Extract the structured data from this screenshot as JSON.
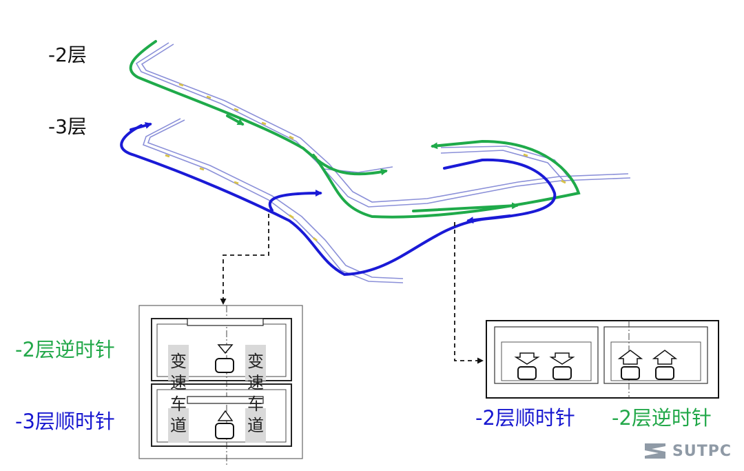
{
  "labels": {
    "level_b2": "-2层",
    "level_b3": "-3层"
  },
  "left_section": {
    "top_direction": "-2层逆时针",
    "bottom_direction": "-3层顺时针",
    "lane_text": [
      "变",
      "速",
      "车",
      "道"
    ]
  },
  "right_section": {
    "left_direction": "-2层顺时针",
    "right_direction": "-2层逆时针"
  },
  "brand": {
    "name": "SUTPC",
    "icon": "sutpc-logo-icon"
  },
  "colors": {
    "green_route": "#1faa4a",
    "blue_route": "#1a1ad6",
    "green_text": "#23a84a",
    "blue_text": "#1818d0",
    "tunnel_line": "#8a8fd8",
    "brand_gray": "#8f9aa6"
  }
}
